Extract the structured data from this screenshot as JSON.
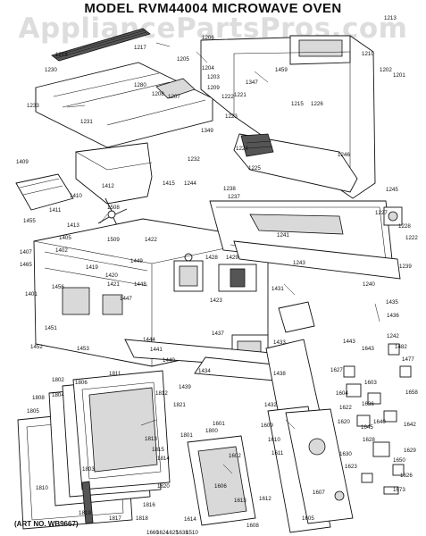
{
  "title": "MODEL RVM44004  MICROWAVE OVEN",
  "watermark": "AppliancePartsPros.com",
  "art_number": "(ART NO. WB9667)",
  "callouts": [
    "1213",
    "1217",
    "1218",
    "1206",
    "1205",
    "1204",
    "1203",
    "1209",
    "1210",
    "1202",
    "1201",
    "1459",
    "1230",
    "1233",
    "1231",
    "1280",
    "1208",
    "1207",
    "1222",
    "1221",
    "1223",
    "1347",
    "1349",
    "1226",
    "1215",
    "1224",
    "1225",
    "1232",
    "1246",
    "1409",
    "1415",
    "1244",
    "1238",
    "1237",
    "1410",
    "1411",
    "1413",
    "1455",
    "1405",
    "1407",
    "1465",
    "1402",
    "1412",
    "1508",
    "1509",
    "1241",
    "1245",
    "1227",
    "1228",
    "1222b",
    "1419",
    "1422",
    "1449",
    "1428",
    "1429",
    "1243",
    "1239",
    "1240",
    "1401",
    "1456",
    "1452",
    "1451",
    "1453",
    "1420",
    "1421",
    "1423",
    "1448",
    "1447",
    "1431",
    "1435",
    "1436",
    "1242",
    "1444",
    "1441",
    "1440",
    "1437",
    "1433",
    "1443",
    "1643",
    "1482",
    "1477",
    "1439",
    "1434",
    "1438",
    "1432",
    "1821",
    "1601",
    "1802",
    "1808",
    "1805",
    "1804",
    "1806",
    "1811",
    "1812",
    "1815",
    "1814",
    "1813",
    "1810",
    "1803",
    "1820",
    "1816",
    "1818",
    "1817",
    "1819",
    "1801",
    "1800",
    "1602",
    "1606",
    "1609",
    "1610",
    "1611",
    "1612",
    "1613",
    "1614",
    "1608",
    "1607",
    "1605",
    "1604",
    "1603",
    "1620",
    "1630",
    "1640",
    "1642",
    "1629",
    "1650",
    "1626",
    "1623",
    "1627",
    "1622",
    "1636",
    "1645",
    "1628",
    "1658",
    "1673",
    "1660",
    "1624",
    "1625",
    "1638",
    "1510"
  ]
}
